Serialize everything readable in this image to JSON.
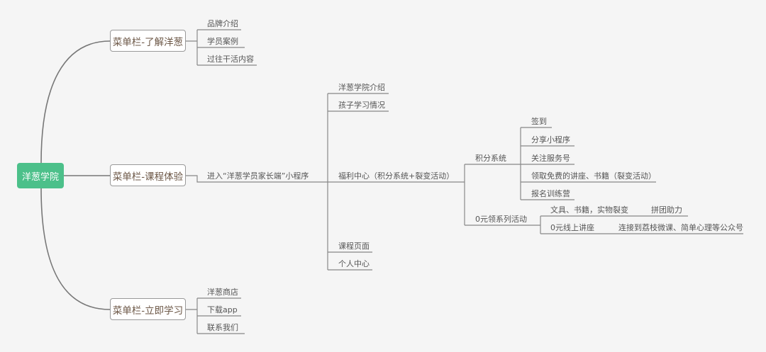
{
  "root": {
    "label": "洋葱学院",
    "color": "#4cc08a"
  },
  "branches": [
    {
      "label": "菜单栏-了解洋葱",
      "children": [
        "品牌介绍",
        "学员案例",
        "过往干活内容"
      ]
    },
    {
      "label": "菜单栏-课程体验",
      "child": "进入“洋葱学员家长端”小程序",
      "sub": [
        "洋葱学院介绍",
        "孩子学习情况",
        "福利中心（积分系统+裂变活动）",
        "课程页面",
        "个人中心"
      ],
      "welfare": {
        "points": {
          "label": "积分系统",
          "children": [
            "签到",
            "分享小程序",
            "关注服务号",
            "领取免费的讲座、书籍（裂变活动）",
            "报名训练营"
          ]
        },
        "zero": {
          "label": "0元领系列活动",
          "children": [
            {
              "label": "文具、书籍，实物裂变",
              "next": "拼团助力"
            },
            {
              "label": "0元线上讲座",
              "next": "连接到荔枝微课、简单心理等公众号"
            }
          ]
        }
      }
    },
    {
      "label": "菜单栏-立即学习",
      "children": [
        "洋葱商店",
        "下载app",
        "联系我们"
      ]
    }
  ]
}
